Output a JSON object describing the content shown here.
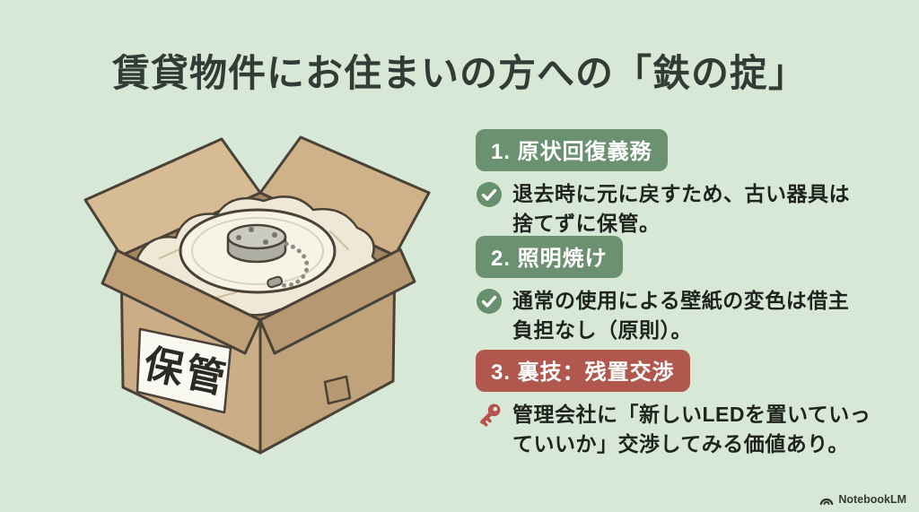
{
  "slide": {
    "title": "賃貸物件にお住まいの方への「鉄の掟」",
    "sections": [
      {
        "badge_label": "1. 原状回復義務",
        "badge_color": "#6b9170",
        "icon": "check-icon",
        "text": "退去時に元に戻すため、古い器具は\n捨てずに保管。"
      },
      {
        "badge_label": "2. 照明焼け",
        "badge_color": "#6b9170",
        "icon": "check-icon",
        "text": "通常の使用による壁紙の変色は借主\n負担なし（原則）。"
      },
      {
        "badge_label": "3. 裏技：残置交渉",
        "badge_color": "#b0574e",
        "icon": "key-icon",
        "text": "管理会社に「新しいLEDを置いていっ\nていいか」交渉してみる価値あり。"
      }
    ],
    "illustration": {
      "description": "open cardboard storage box with ceiling light fixture packed in crumpled paper",
      "box_label": "保管"
    },
    "watermark": "NotebookLM"
  },
  "colors": {
    "background": "#d8e8d7",
    "title_text": "#323b35",
    "body_text": "#1f241f",
    "badge_green": "#6b9170",
    "badge_red": "#b0574e",
    "check_icon": "#67906c",
    "key_icon": "#b5544b",
    "cardboard": "#cbad87",
    "cardboard_dark": "#c0a27b",
    "outline": "#4b4237"
  }
}
